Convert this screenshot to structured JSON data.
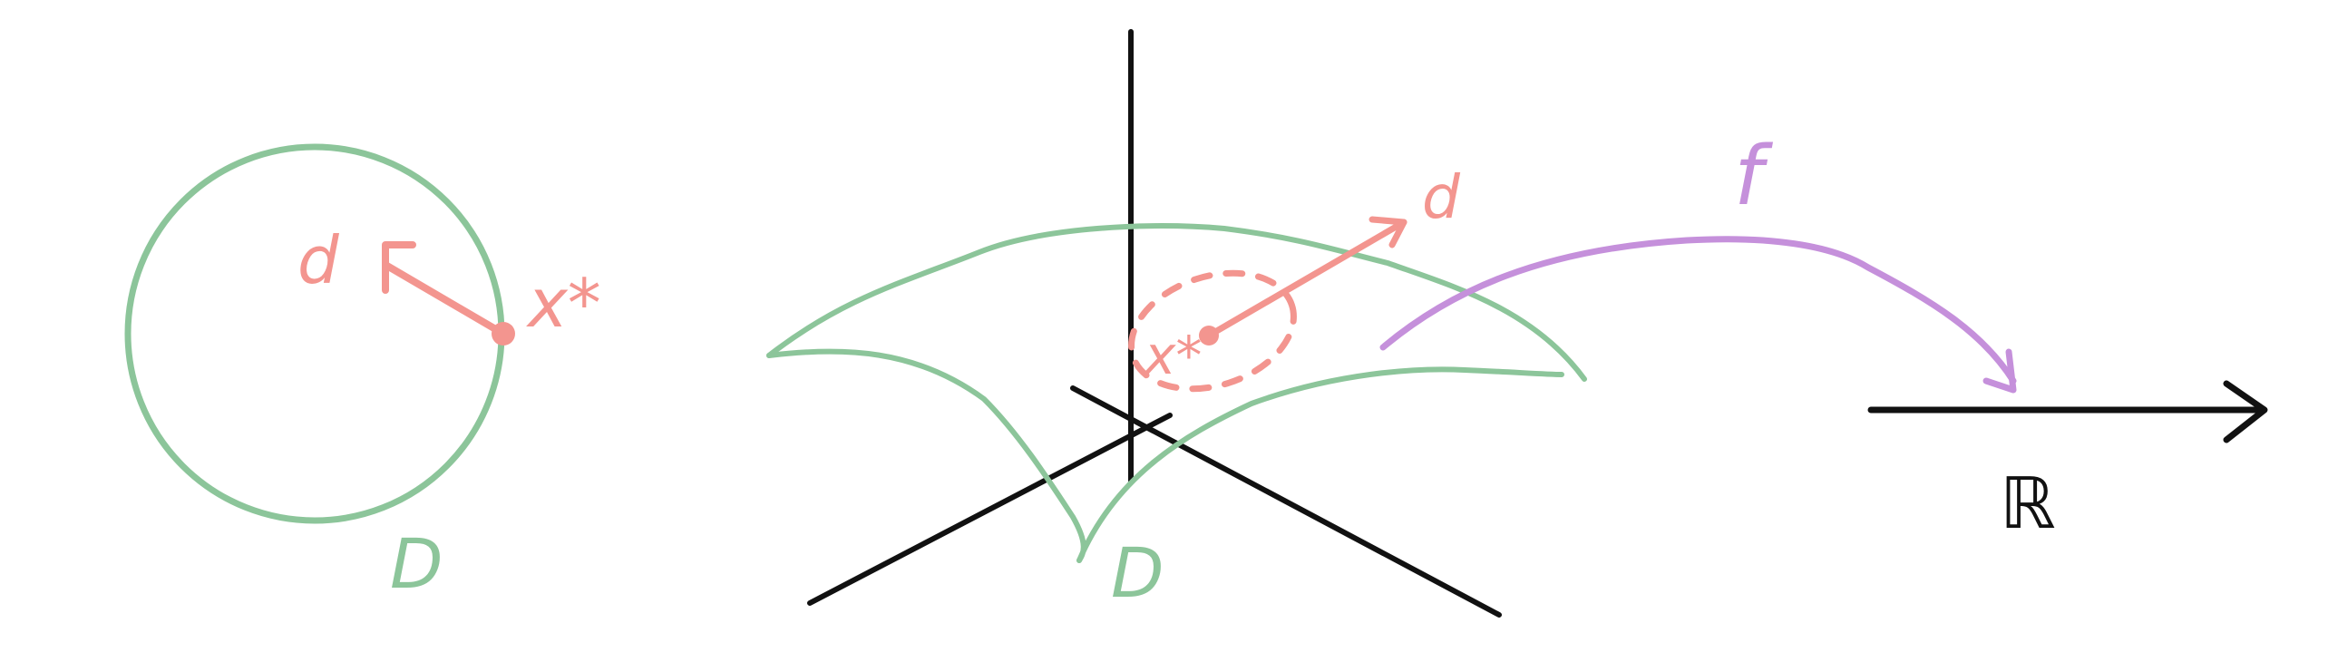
{
  "colors": {
    "background": "#ffffff",
    "domain": "#8cc59a",
    "vector": "#f3958f",
    "mapping": "#c590db",
    "axes": "#111111"
  },
  "left_panel": {
    "direction_label": "d",
    "point_label": "x*",
    "domain_label": "D"
  },
  "middle_panel": {
    "direction_label": "d",
    "point_label": "x*",
    "domain_label": "D"
  },
  "mapping": {
    "function_label": "f",
    "codomain_label": "ℝ"
  }
}
